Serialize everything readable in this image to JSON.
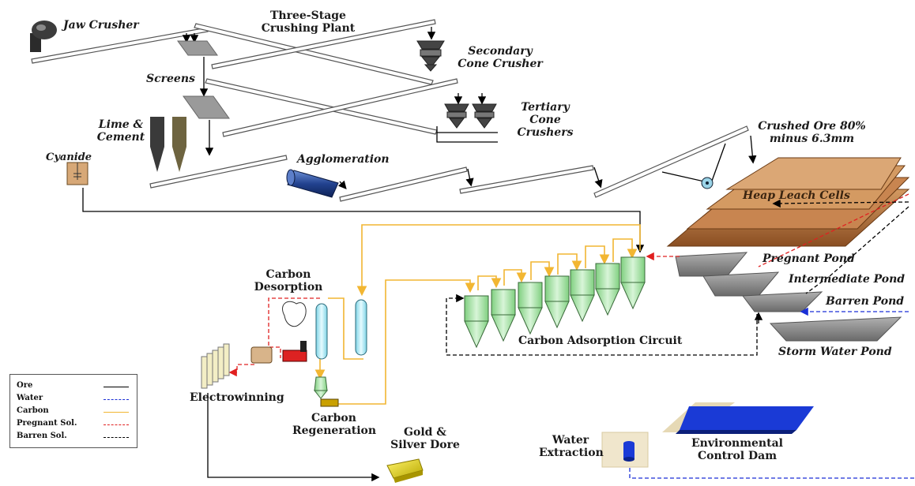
{
  "labels": {
    "jaw_crusher": "Jaw Crusher",
    "three_stage_line1": "Three-Stage",
    "three_stage_line2": "Crushing Plant",
    "secondary_line1": "Secondary",
    "secondary_line2": "Cone Crusher",
    "screens": "Screens",
    "tertiary_line1": "Tertiary",
    "tertiary_line2": "Cone",
    "tertiary_line3": "Crushers",
    "lime_line1": "Lime &",
    "lime_line2": "Cement",
    "cyanide": "Cyanide",
    "agglomeration": "Agglomeration",
    "crushed_ore_line1": "Crushed Ore 80%",
    "crushed_ore_line2": "minus 6.3mm",
    "heap_leach": "Heap Leach Cells",
    "pregnant_pond": "Pregnant Pond",
    "intermediate_pond": "Intermediate Pond",
    "barren_pond": "Barren Pond",
    "storm_water_pond": "Storm Water Pond",
    "carbon_desorption_line1": "Carbon",
    "carbon_desorption_line2": "Desorption",
    "carbon_adsorption": "Carbon Adsorption Circuit",
    "electrowinning": "Electrowinning",
    "carbon_regen_line1": "Carbon",
    "carbon_regen_line2": "Regeneration",
    "gold_line1": "Gold &",
    "gold_line2": "Silver Dore",
    "water_extraction_line1": "Water",
    "water_extraction_line2": "Extraction",
    "env_dam_line1": "Environmental",
    "env_dam_line2": "Control Dam"
  },
  "legend": [
    {
      "label": "Ore",
      "color": "#000000",
      "style": "solid"
    },
    {
      "label": "Water",
      "color": "#1a2fd6",
      "style": "dashed"
    },
    {
      "label": "Carbon",
      "color": "#f2b632",
      "style": "solid"
    },
    {
      "label": "Pregnant Sol.",
      "color": "#e02020",
      "style": "dashed"
    },
    {
      "label": "Barren Sol.",
      "color": "#000000",
      "style": "dashed"
    }
  ],
  "colors": {
    "ore": "#000000",
    "water": "#1a2fd6",
    "carbon": "#f2b632",
    "pregnant": "#e02020",
    "barren": "#000000",
    "heap": "#b8703a",
    "tank": "#a6e2a6",
    "pond": "#8a8a8a"
  }
}
